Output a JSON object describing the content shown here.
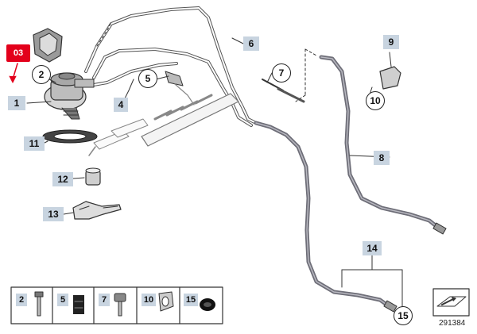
{
  "highlight": {
    "text": "03",
    "color": "#e3001b"
  },
  "callouts": [
    {
      "id": "c1",
      "text": "1"
    },
    {
      "id": "c2",
      "text": "2"
    },
    {
      "id": "c4",
      "text": "4"
    },
    {
      "id": "c5",
      "text": "5"
    },
    {
      "id": "c6",
      "text": "6"
    },
    {
      "id": "c7",
      "text": "7"
    },
    {
      "id": "c8",
      "text": "8"
    },
    {
      "id": "c9",
      "text": "9"
    },
    {
      "id": "c10",
      "text": "10"
    },
    {
      "id": "c11",
      "text": "11"
    },
    {
      "id": "c12",
      "text": "12"
    },
    {
      "id": "c13",
      "text": "13"
    },
    {
      "id": "c14",
      "text": "14"
    },
    {
      "id": "c15",
      "text": "15"
    }
  ],
  "legend": [
    {
      "text": "2"
    },
    {
      "text": "5"
    },
    {
      "text": "7"
    },
    {
      "text": "10"
    },
    {
      "text": "15"
    }
  ],
  "diagram_number": "291384",
  "colors": {
    "label_bg": "#c8d4e0",
    "line": "#555555",
    "hose": "#6e6e78"
  }
}
